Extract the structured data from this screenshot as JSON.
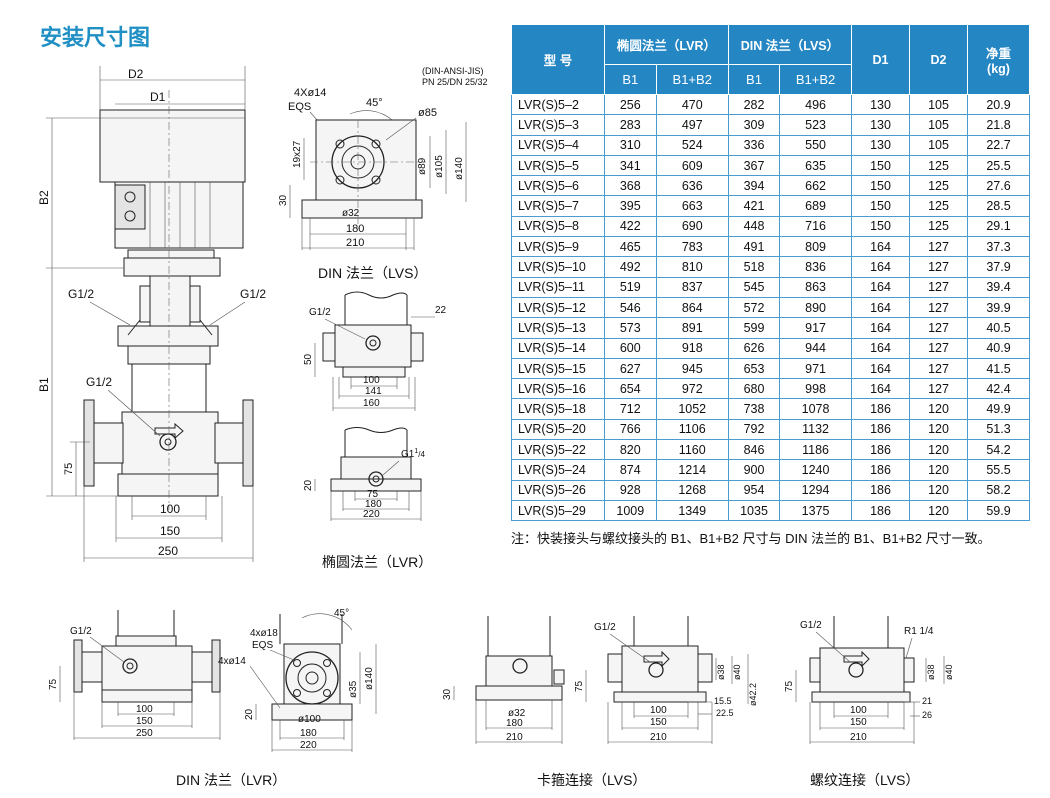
{
  "page_title": "安装尺寸图",
  "standard_note": [
    "(DIN-ANSI-JIS)",
    "PN 25/DN 25/32"
  ],
  "captions": {
    "din_lvs": "DIN  法兰（LVS）",
    "oval_lvr": "椭圆法兰（LVR）",
    "din_lvr": "DIN 法兰（LVR）",
    "clamp_lvs": "卡箍连接（LVS）",
    "thread_lvs": "螺纹连接（LVS）"
  },
  "labels": {
    "d1": "D1",
    "d2": "D2",
    "b1": "B1",
    "b2": "B2",
    "g12": "G1/2",
    "g114_base": "G1",
    "g114_sup": "1",
    "g114_sub": "/4",
    "eqs": "EQS",
    "hole4x14": "4Xø14",
    "hole4x14b": "4xø14",
    "hole4x18": "4xø18",
    "deg45": "45°",
    "r114": "R1 1/4",
    "dim_75": "75",
    "dim_100": "100",
    "dim_150": "150",
    "dim_250": "250",
    "dim_o85": "ø85",
    "dim_1927": "19x27",
    "dim_o89": "ø89",
    "dim_o105": "ø105",
    "dim_o140": "ø140",
    "dim_30": "30",
    "dim_o32": "ø32",
    "dim_180": "180",
    "dim_210": "210",
    "dim_22": "22",
    "dim_50": "50",
    "dim_141": "141",
    "dim_160": "160",
    "dim_20": "20",
    "dim_220": "220",
    "dim_o35": "ø35",
    "dim_o100": "ø100",
    "dim_o38": "ø38",
    "dim_o40": "ø40",
    "dim_o422": "ø42.2",
    "dim_155": "15.5",
    "dim_225": "22.5",
    "dim_21": "21",
    "dim_26": "26"
  },
  "table": {
    "headers": {
      "model": "型 号",
      "oval": "椭圆法兰（LVR）",
      "din": "DIN 法兰（LVS）",
      "d1": "D1",
      "d2": "D2",
      "weight": "净重",
      "weight_unit": "(kg)",
      "b1": "B1",
      "b1b2": "B1+B2"
    },
    "rows": [
      [
        "LVR(S)5–2",
        "256",
        "470",
        "282",
        "496",
        "130",
        "105",
        "20.9"
      ],
      [
        "LVR(S)5–3",
        "283",
        "497",
        "309",
        "523",
        "130",
        "105",
        "21.8"
      ],
      [
        "LVR(S)5–4",
        "310",
        "524",
        "336",
        "550",
        "130",
        "105",
        "22.7"
      ],
      [
        "LVR(S)5–5",
        "341",
        "609",
        "367",
        "635",
        "150",
        "125",
        "25.5"
      ],
      [
        "LVR(S)5–6",
        "368",
        "636",
        "394",
        "662",
        "150",
        "125",
        "27.6"
      ],
      [
        "LVR(S)5–7",
        "395",
        "663",
        "421",
        "689",
        "150",
        "125",
        "28.5"
      ],
      [
        "LVR(S)5–8",
        "422",
        "690",
        "448",
        "716",
        "150",
        "125",
        "29.1"
      ],
      [
        "LVR(S)5–9",
        "465",
        "783",
        "491",
        "809",
        "164",
        "127",
        "37.3"
      ],
      [
        "LVR(S)5–10",
        "492",
        "810",
        "518",
        "836",
        "164",
        "127",
        "37.9"
      ],
      [
        "LVR(S)5–11",
        "519",
        "837",
        "545",
        "863",
        "164",
        "127",
        "39.4"
      ],
      [
        "LVR(S)5–12",
        "546",
        "864",
        "572",
        "890",
        "164",
        "127",
        "39.9"
      ],
      [
        "LVR(S)5–13",
        "573",
        "891",
        "599",
        "917",
        "164",
        "127",
        "40.5"
      ],
      [
        "LVR(S)5–14",
        "600",
        "918",
        "626",
        "944",
        "164",
        "127",
        "40.9"
      ],
      [
        "LVR(S)5–15",
        "627",
        "945",
        "653",
        "971",
        "164",
        "127",
        "41.5"
      ],
      [
        "LVR(S)5–16",
        "654",
        "972",
        "680",
        "998",
        "164",
        "127",
        "42.4"
      ],
      [
        "LVR(S)5–18",
        "712",
        "1052",
        "738",
        "1078",
        "186",
        "120",
        "49.9"
      ],
      [
        "LVR(S)5–20",
        "766",
        "1106",
        "792",
        "1132",
        "186",
        "120",
        "51.3"
      ],
      [
        "LVR(S)5–22",
        "820",
        "1160",
        "846",
        "1186",
        "186",
        "120",
        "54.2"
      ],
      [
        "LVR(S)5–24",
        "874",
        "1214",
        "900",
        "1240",
        "186",
        "120",
        "55.5"
      ],
      [
        "LVR(S)5–26",
        "928",
        "1268",
        "954",
        "1294",
        "186",
        "120",
        "58.2"
      ],
      [
        "LVR(S)5–29",
        "1009",
        "1349",
        "1035",
        "1375",
        "186",
        "120",
        "59.9"
      ]
    ],
    "note": "注：快装接头与螺纹接头的 B1、B1+B2 尺寸与 DIN 法兰的 B1、B1+B2 尺寸一致。"
  }
}
